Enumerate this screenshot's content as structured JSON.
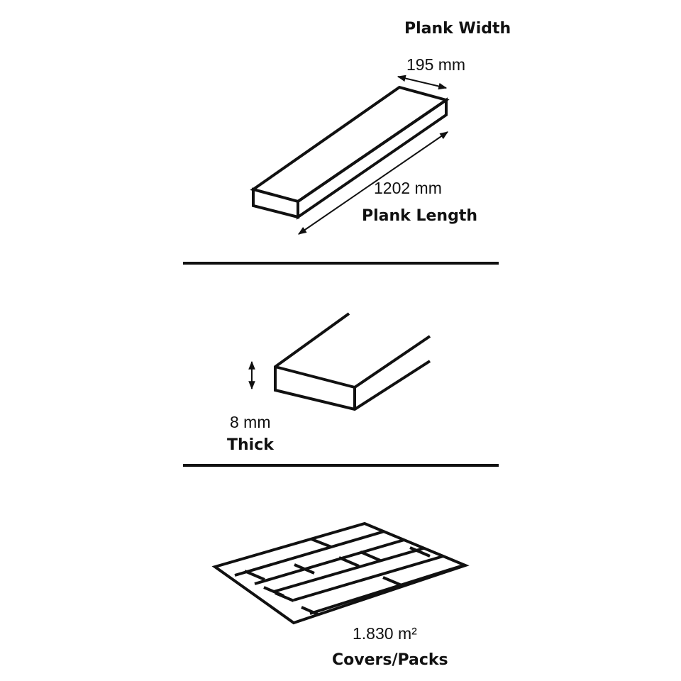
{
  "plank_width": {
    "label": "Plank Width",
    "value": "195 mm"
  },
  "plank_length": {
    "label": "Plank Length",
    "value": "1202 mm"
  },
  "thickness": {
    "label": "Thick",
    "value": "8 mm"
  },
  "coverage": {
    "label": "Covers/Packs",
    "value": "1.830 m²"
  },
  "colors": {
    "ink": "#111111",
    "background": "#ffffff"
  },
  "icons": [
    "plank-icon",
    "plank-edge-icon",
    "floor-pattern-icon",
    "double-arrow-icon"
  ]
}
